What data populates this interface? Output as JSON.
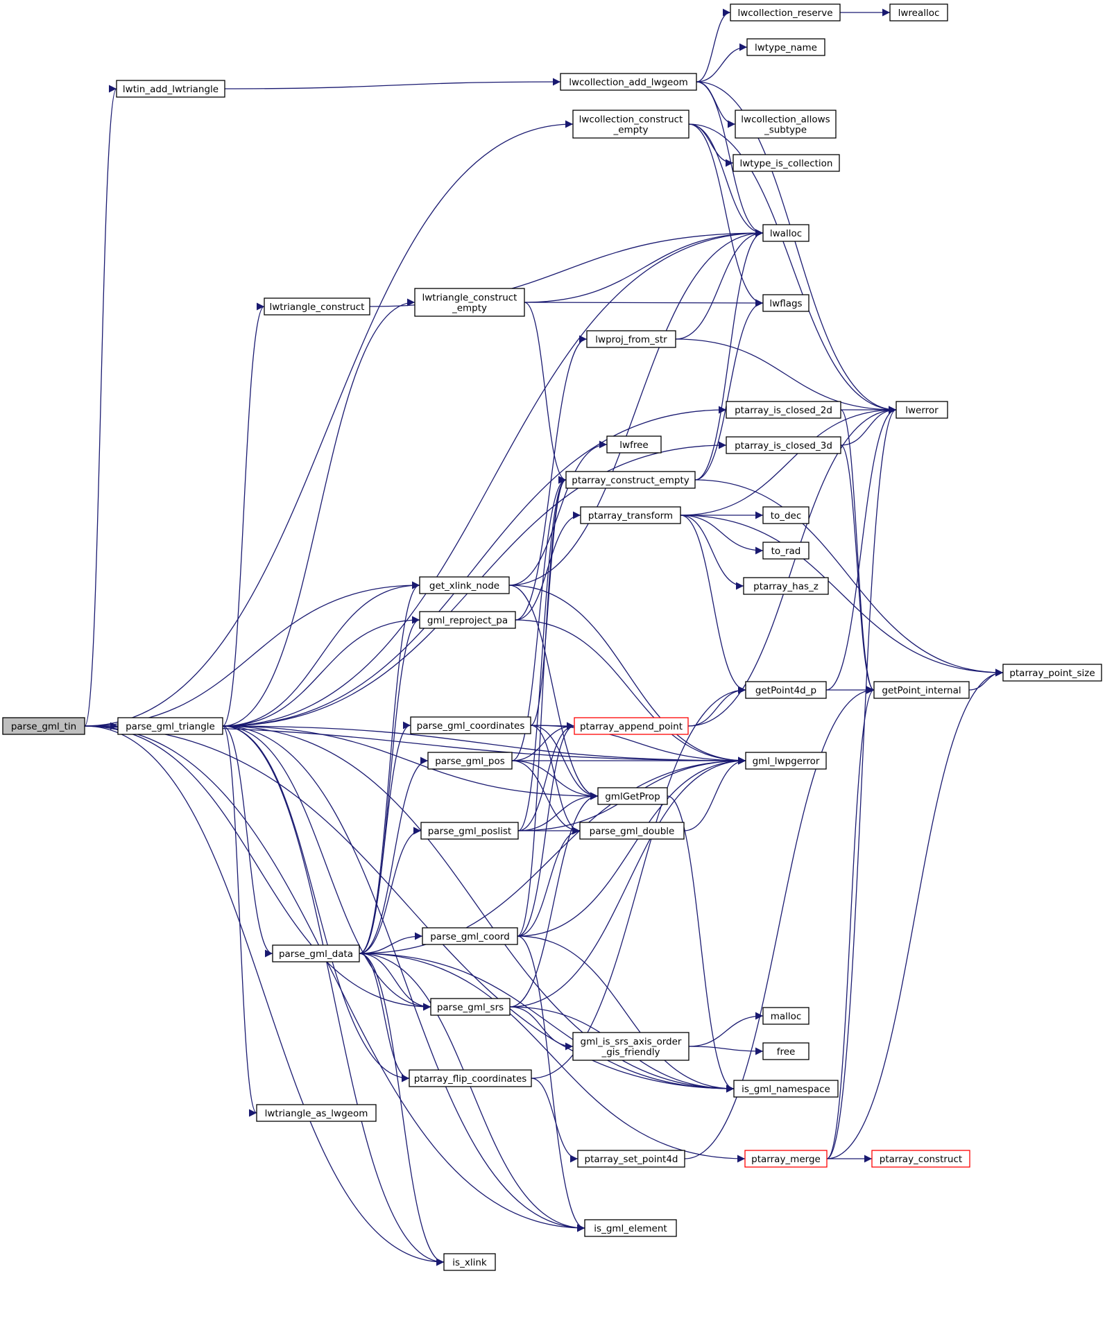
{
  "nodes": [
    {
      "id": "parse_gml_tin",
      "lines": [
        "parse_gml_tin"
      ],
      "root": true
    },
    {
      "id": "parse_gml_triangle",
      "lines": [
        "parse_gml_triangle"
      ]
    },
    {
      "id": "lwtin_add_lwtriangle",
      "lines": [
        "lwtin_add_lwtriangle"
      ]
    },
    {
      "id": "lwcollection_add_lwgeom",
      "lines": [
        "lwcollection_add_lwgeom"
      ]
    },
    {
      "id": "lwcollection_reserve",
      "lines": [
        "lwcollection_reserve"
      ]
    },
    {
      "id": "lwrealloc",
      "lines": [
        "lwrealloc"
      ]
    },
    {
      "id": "lwtype_name",
      "lines": [
        "lwtype_name"
      ]
    },
    {
      "id": "lwcollection_allows_subtype",
      "lines": [
        "lwcollection_allows",
        "_subtype"
      ]
    },
    {
      "id": "lwcollection_construct_empty",
      "lines": [
        "lwcollection_construct",
        "_empty"
      ]
    },
    {
      "id": "lwtype_is_collection",
      "lines": [
        "lwtype_is_collection"
      ]
    },
    {
      "id": "lwalloc",
      "lines": [
        "lwalloc"
      ]
    },
    {
      "id": "lwtriangle_construct",
      "lines": [
        "lwtriangle_construct"
      ]
    },
    {
      "id": "lwtriangle_construct_empty",
      "lines": [
        "lwtriangle_construct",
        "_empty"
      ]
    },
    {
      "id": "lwflags",
      "lines": [
        "lwflags"
      ]
    },
    {
      "id": "lwproj_from_str",
      "lines": [
        "lwproj_from_str"
      ]
    },
    {
      "id": "lwerror",
      "lines": [
        "lwerror"
      ]
    },
    {
      "id": "ptarray_is_closed_2d",
      "lines": [
        "ptarray_is_closed_2d"
      ]
    },
    {
      "id": "ptarray_is_closed_3d",
      "lines": [
        "ptarray_is_closed_3d"
      ]
    },
    {
      "id": "lwfree",
      "lines": [
        "lwfree"
      ]
    },
    {
      "id": "ptarray_construct_empty",
      "lines": [
        "ptarray_construct_empty"
      ]
    },
    {
      "id": "ptarray_transform",
      "lines": [
        "ptarray_transform"
      ]
    },
    {
      "id": "to_dec",
      "lines": [
        "to_dec"
      ]
    },
    {
      "id": "to_rad",
      "lines": [
        "to_rad"
      ]
    },
    {
      "id": "ptarray_has_z",
      "lines": [
        "ptarray_has_z"
      ]
    },
    {
      "id": "get_xlink_node",
      "lines": [
        "get_xlink_node"
      ]
    },
    {
      "id": "gml_reproject_pa",
      "lines": [
        "gml_reproject_pa"
      ]
    },
    {
      "id": "ptarray_point_size",
      "lines": [
        "ptarray_point_size"
      ]
    },
    {
      "id": "getPoint4d_p",
      "lines": [
        "getPoint4d_p"
      ]
    },
    {
      "id": "getPoint_internal",
      "lines": [
        "getPoint_internal"
      ]
    },
    {
      "id": "parse_gml_coordinates",
      "lines": [
        "parse_gml_coordinates"
      ]
    },
    {
      "id": "ptarray_append_point",
      "lines": [
        "ptarray_append_point"
      ],
      "truncated": true
    },
    {
      "id": "parse_gml_pos",
      "lines": [
        "parse_gml_pos"
      ]
    },
    {
      "id": "gml_lwpgerror",
      "lines": [
        "gml_lwpgerror"
      ]
    },
    {
      "id": "gmlGetProp",
      "lines": [
        "gmlGetProp"
      ]
    },
    {
      "id": "parse_gml_poslist",
      "lines": [
        "parse_gml_poslist"
      ]
    },
    {
      "id": "parse_gml_double",
      "lines": [
        "parse_gml_double"
      ]
    },
    {
      "id": "parse_gml_coord",
      "lines": [
        "parse_gml_coord"
      ]
    },
    {
      "id": "parse_gml_data",
      "lines": [
        "parse_gml_data"
      ]
    },
    {
      "id": "parse_gml_srs",
      "lines": [
        "parse_gml_srs"
      ]
    },
    {
      "id": "malloc",
      "lines": [
        "malloc"
      ]
    },
    {
      "id": "gml_is_srs_axis_order_gis_friendly",
      "lines": [
        "gml_is_srs_axis_order",
        "_gis_friendly"
      ]
    },
    {
      "id": "free",
      "lines": [
        "free"
      ]
    },
    {
      "id": "ptarray_flip_coordinates",
      "lines": [
        "ptarray_flip_coordinates"
      ]
    },
    {
      "id": "is_gml_namespace",
      "lines": [
        "is_gml_namespace"
      ]
    },
    {
      "id": "lwtriangle_as_lwgeom",
      "lines": [
        "lwtriangle_as_lwgeom"
      ]
    },
    {
      "id": "ptarray_set_point4d",
      "lines": [
        "ptarray_set_point4d"
      ]
    },
    {
      "id": "ptarray_merge",
      "lines": [
        "ptarray_merge"
      ],
      "truncated": true
    },
    {
      "id": "ptarray_construct",
      "lines": [
        "ptarray_construct"
      ],
      "truncated": true
    },
    {
      "id": "is_gml_element",
      "lines": [
        "is_gml_element"
      ]
    },
    {
      "id": "is_xlink",
      "lines": [
        "is_xlink"
      ]
    }
  ],
  "edges": [
    [
      "parse_gml_tin",
      "parse_gml_triangle"
    ],
    [
      "parse_gml_tin",
      "lwtin_add_lwtriangle"
    ],
    [
      "parse_gml_tin",
      "lwcollection_construct_empty"
    ],
    [
      "parse_gml_tin",
      "get_xlink_node"
    ],
    [
      "parse_gml_tin",
      "gml_lwpgerror"
    ],
    [
      "parse_gml_tin",
      "parse_gml_srs"
    ],
    [
      "parse_gml_tin",
      "is_xlink"
    ],
    [
      "parse_gml_tin",
      "is_gml_element"
    ],
    [
      "parse_gml_tin",
      "is_gml_namespace"
    ],
    [
      "lwtin_add_lwtriangle",
      "lwcollection_add_lwgeom"
    ],
    [
      "lwcollection_add_lwgeom",
      "lwcollection_reserve"
    ],
    [
      "lwcollection_add_lwgeom",
      "lwtype_name"
    ],
    [
      "lwcollection_add_lwgeom",
      "lwcollection_allows_subtype"
    ],
    [
      "lwcollection_add_lwgeom",
      "lwalloc"
    ],
    [
      "lwcollection_add_lwgeom",
      "lwerror"
    ],
    [
      "lwcollection_reserve",
      "lwrealloc"
    ],
    [
      "lwcollection_construct_empty",
      "lwtype_is_collection"
    ],
    [
      "lwcollection_construct_empty",
      "lwalloc"
    ],
    [
      "lwcollection_construct_empty",
      "lwflags"
    ],
    [
      "lwcollection_construct_empty",
      "lwerror"
    ],
    [
      "parse_gml_triangle",
      "lwalloc"
    ],
    [
      "parse_gml_triangle",
      "lwtriangle_construct"
    ],
    [
      "parse_gml_triangle",
      "lwtriangle_construct_empty"
    ],
    [
      "parse_gml_triangle",
      "ptarray_is_closed_2d"
    ],
    [
      "parse_gml_triangle",
      "ptarray_is_closed_3d"
    ],
    [
      "parse_gml_triangle",
      "get_xlink_node"
    ],
    [
      "parse_gml_triangle",
      "gml_reproject_pa"
    ],
    [
      "parse_gml_triangle",
      "gml_lwpgerror"
    ],
    [
      "parse_gml_triangle",
      "gmlGetProp"
    ],
    [
      "parse_gml_triangle",
      "parse_gml_data"
    ],
    [
      "parse_gml_triangle",
      "parse_gml_srs"
    ],
    [
      "parse_gml_triangle",
      "ptarray_flip_coordinates"
    ],
    [
      "parse_gml_triangle",
      "lwtriangle_as_lwgeom"
    ],
    [
      "parse_gml_triangle",
      "is_gml_element"
    ],
    [
      "parse_gml_triangle",
      "is_xlink"
    ],
    [
      "parse_gml_triangle",
      "is_gml_namespace"
    ],
    [
      "lwtriangle_construct",
      "lwalloc"
    ],
    [
      "lwtriangle_construct_empty",
      "lwalloc"
    ],
    [
      "lwtriangle_construct_empty",
      "lwflags"
    ],
    [
      "lwtriangle_construct_empty",
      "ptarray_construct_empty"
    ],
    [
      "lwproj_from_str",
      "lwalloc"
    ],
    [
      "lwproj_from_str",
      "lwerror"
    ],
    [
      "ptarray_is_closed_2d",
      "lwerror"
    ],
    [
      "ptarray_is_closed_2d",
      "getPoint_internal"
    ],
    [
      "ptarray_is_closed_3d",
      "lwerror"
    ],
    [
      "ptarray_is_closed_3d",
      "getPoint_internal"
    ],
    [
      "ptarray_construct_empty",
      "lwalloc"
    ],
    [
      "ptarray_construct_empty",
      "lwflags"
    ],
    [
      "ptarray_construct_empty",
      "ptarray_point_size"
    ],
    [
      "ptarray_transform",
      "to_dec"
    ],
    [
      "ptarray_transform",
      "to_rad"
    ],
    [
      "ptarray_transform",
      "ptarray_has_z"
    ],
    [
      "ptarray_transform",
      "getPoint4d_p"
    ],
    [
      "ptarray_transform",
      "ptarray_point_size"
    ],
    [
      "ptarray_transform",
      "lwerror"
    ],
    [
      "get_xlink_node",
      "lwalloc"
    ],
    [
      "get_xlink_node",
      "lwfree"
    ],
    [
      "get_xlink_node",
      "gml_lwpgerror"
    ],
    [
      "get_xlink_node",
      "gmlGetProp"
    ],
    [
      "gml_reproject_pa",
      "lwproj_from_str"
    ],
    [
      "gml_reproject_pa",
      "ptarray_transform"
    ],
    [
      "gml_reproject_pa",
      "gml_lwpgerror"
    ],
    [
      "getPoint4d_p",
      "getPoint_internal"
    ],
    [
      "getPoint4d_p",
      "lwerror"
    ],
    [
      "getPoint_internal",
      "ptarray_point_size"
    ],
    [
      "parse_gml_coordinates",
      "ptarray_construct_empty"
    ],
    [
      "parse_gml_coordinates",
      "ptarray_append_point"
    ],
    [
      "parse_gml_coordinates",
      "gml_lwpgerror"
    ],
    [
      "parse_gml_coordinates",
      "gmlGetProp"
    ],
    [
      "parse_gml_coordinates",
      "parse_gml_double"
    ],
    [
      "ptarray_append_point",
      "getPoint4d_p"
    ],
    [
      "ptarray_append_point",
      "lwerror"
    ],
    [
      "parse_gml_pos",
      "ptarray_construct_empty"
    ],
    [
      "parse_gml_pos",
      "ptarray_append_point"
    ],
    [
      "parse_gml_pos",
      "gml_lwpgerror"
    ],
    [
      "parse_gml_pos",
      "gmlGetProp"
    ],
    [
      "parse_gml_pos",
      "parse_gml_double"
    ],
    [
      "gmlGetProp",
      "is_gml_namespace"
    ],
    [
      "parse_gml_poslist",
      "ptarray_construct_empty"
    ],
    [
      "parse_gml_poslist",
      "ptarray_append_point"
    ],
    [
      "parse_gml_poslist",
      "gml_lwpgerror"
    ],
    [
      "parse_gml_poslist",
      "gmlGetProp"
    ],
    [
      "parse_gml_poslist",
      "parse_gml_double"
    ],
    [
      "parse_gml_double",
      "gml_lwpgerror"
    ],
    [
      "parse_gml_coord",
      "ptarray_construct_empty"
    ],
    [
      "parse_gml_coord",
      "ptarray_append_point"
    ],
    [
      "parse_gml_coord",
      "gml_lwpgerror"
    ],
    [
      "parse_gml_coord",
      "parse_gml_double"
    ],
    [
      "parse_gml_coord",
      "is_gml_element"
    ],
    [
      "parse_gml_coord",
      "is_gml_namespace"
    ],
    [
      "parse_gml_data",
      "get_xlink_node"
    ],
    [
      "parse_gml_data",
      "gml_reproject_pa"
    ],
    [
      "parse_gml_data",
      "parse_gml_coordinates"
    ],
    [
      "parse_gml_data",
      "parse_gml_pos"
    ],
    [
      "parse_gml_data",
      "parse_gml_poslist"
    ],
    [
      "parse_gml_data",
      "parse_gml_coord"
    ],
    [
      "parse_gml_data",
      "gml_lwpgerror"
    ],
    [
      "parse_gml_data",
      "parse_gml_srs"
    ],
    [
      "parse_gml_data",
      "ptarray_flip_coordinates"
    ],
    [
      "parse_gml_data",
      "ptarray_merge"
    ],
    [
      "parse_gml_data",
      "is_gml_namespace"
    ],
    [
      "parse_gml_data",
      "is_gml_element"
    ],
    [
      "parse_gml_data",
      "is_xlink"
    ],
    [
      "parse_gml_srs",
      "gml_is_srs_axis_order_gis_friendly"
    ],
    [
      "parse_gml_srs",
      "gml_lwpgerror"
    ],
    [
      "parse_gml_srs",
      "gmlGetProp"
    ],
    [
      "parse_gml_srs",
      "is_gml_namespace"
    ],
    [
      "gml_is_srs_axis_order_gis_friendly",
      "malloc"
    ],
    [
      "gml_is_srs_axis_order_gis_friendly",
      "free"
    ],
    [
      "ptarray_flip_coordinates",
      "getPoint4d_p"
    ],
    [
      "ptarray_flip_coordinates",
      "ptarray_set_point4d"
    ],
    [
      "ptarray_set_point4d",
      "getPoint_internal"
    ],
    [
      "ptarray_merge",
      "ptarray_construct"
    ],
    [
      "ptarray_merge",
      "lwerror"
    ],
    [
      "ptarray_merge",
      "getPoint_internal"
    ],
    [
      "ptarray_merge",
      "ptarray_point_size"
    ]
  ],
  "colors": {
    "edge": "#191970",
    "root_fill": "#bfbfbf",
    "truncated_border": "#ff0000"
  }
}
